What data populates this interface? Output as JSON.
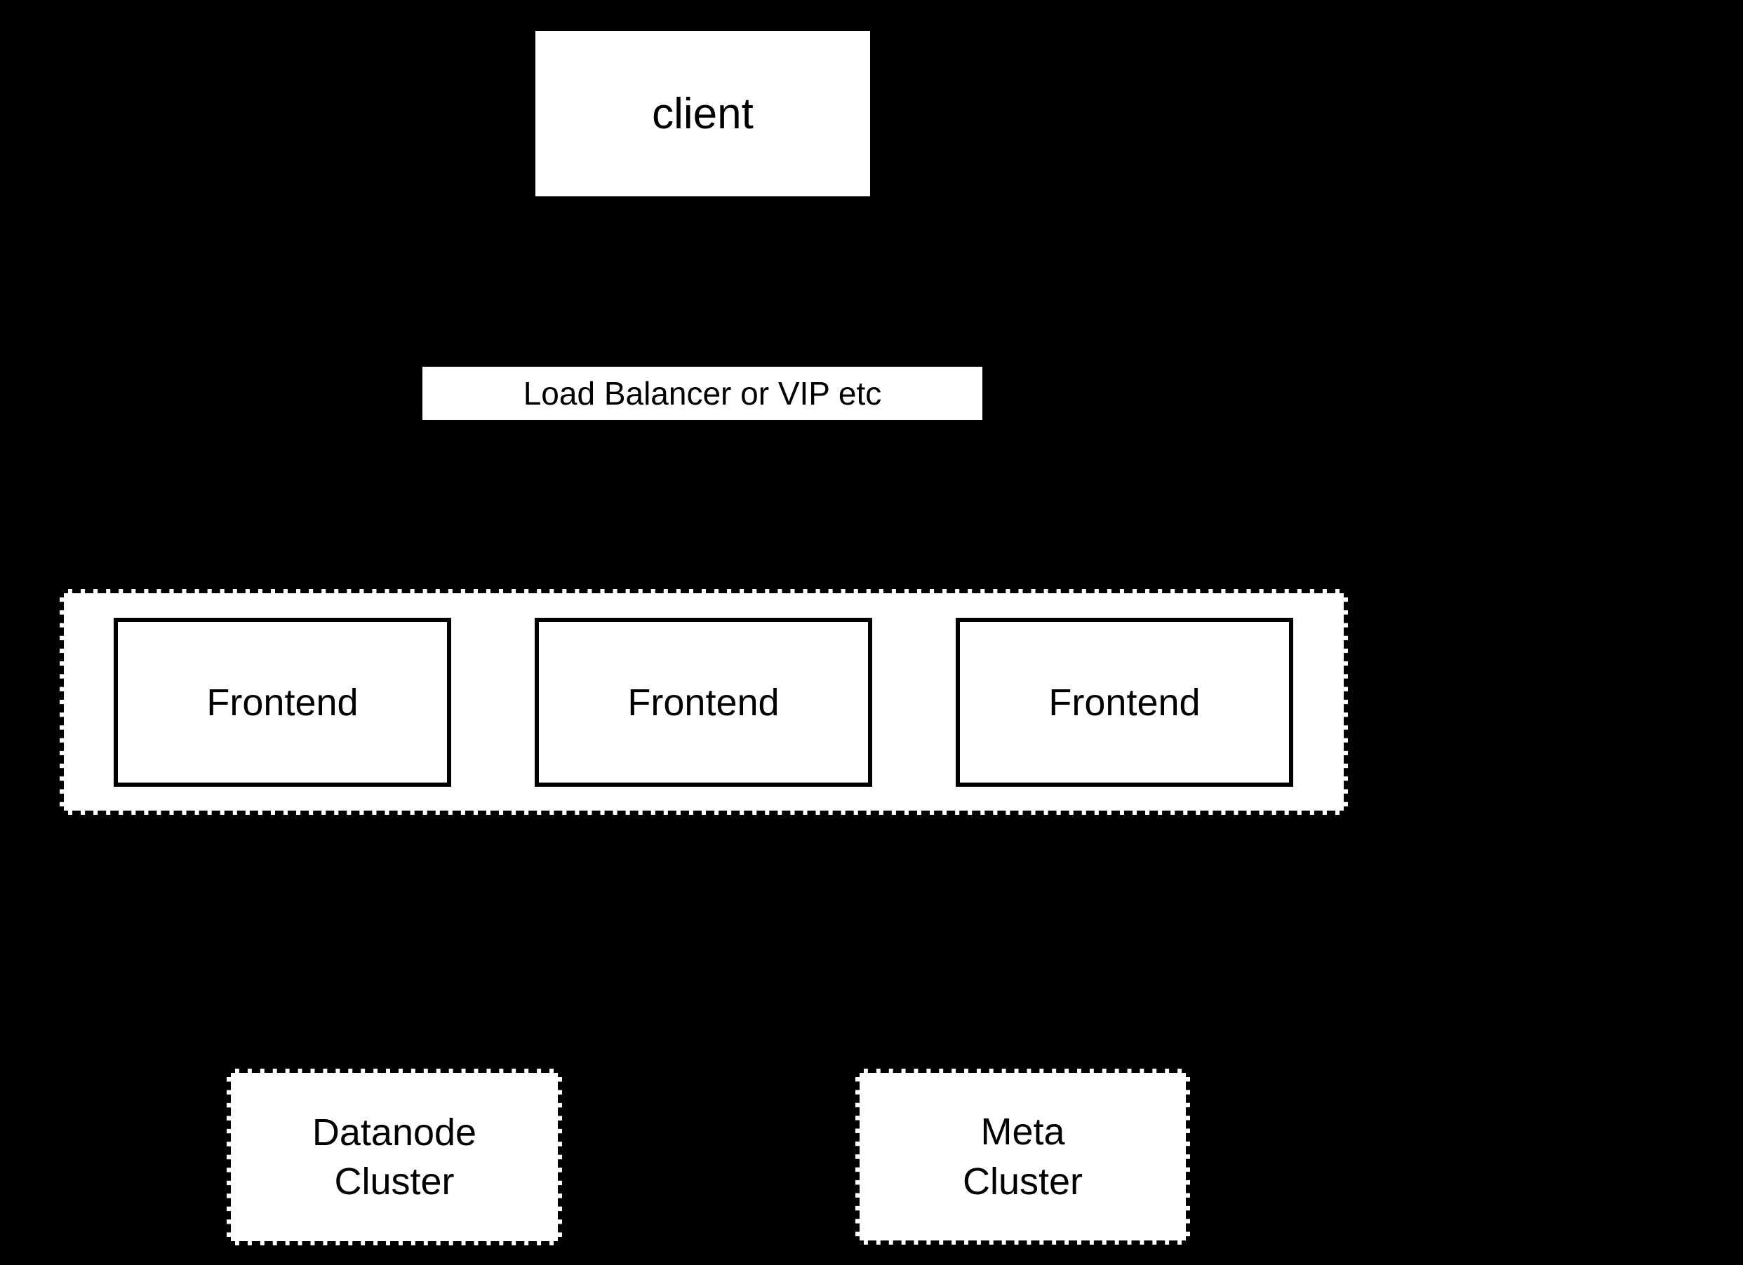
{
  "colors": {
    "background": "#000000",
    "node_fill": "#ffffff",
    "node_border": "#000000",
    "text": "#000000"
  },
  "nodes": {
    "client": {
      "label": "client"
    },
    "load_balancer": {
      "label": "Load Balancer or VIP etc"
    },
    "frontends": [
      {
        "label": "Frontend"
      },
      {
        "label": "Frontend"
      },
      {
        "label": "Frontend"
      }
    ],
    "datanode_cluster": {
      "lines": [
        "Datanode",
        "Cluster"
      ]
    },
    "meta_cluster": {
      "lines": [
        "Meta",
        "Cluster"
      ]
    }
  }
}
